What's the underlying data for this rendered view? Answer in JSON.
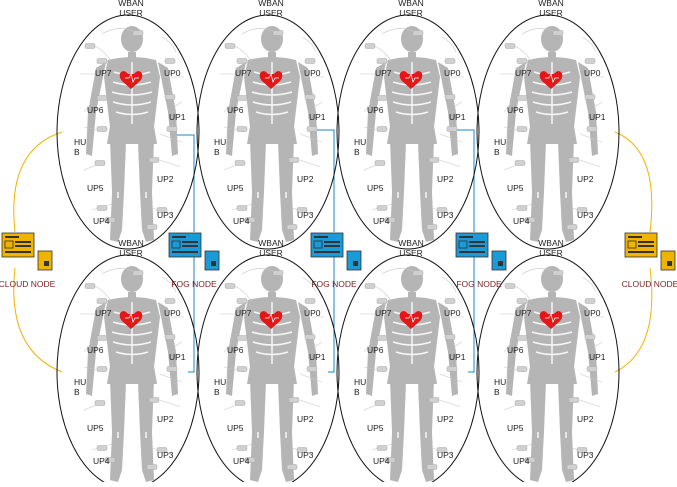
{
  "user_label_line1": "WBAN",
  "user_label_line2": "USER",
  "sensor_labels": [
    "UP7",
    "UP0",
    "UP6",
    "UP1",
    "UP5",
    "UP2",
    "UP4",
    "UP3"
  ],
  "hub_label_line1": "HU",
  "hub_label_line2": "B",
  "fog_node_label": "FOG NODE",
  "cloud_node_label": "CLOUD NODE",
  "colors": {
    "body": "#b5b5b5",
    "heart": "#e01818",
    "fog_node": "#1a9ad6",
    "cloud_node": "#f0b400",
    "fog_link": "#1a86c4",
    "cloud_link": "#f0b400",
    "label_text": "#222222",
    "node_text": "#7a1f1f"
  }
}
